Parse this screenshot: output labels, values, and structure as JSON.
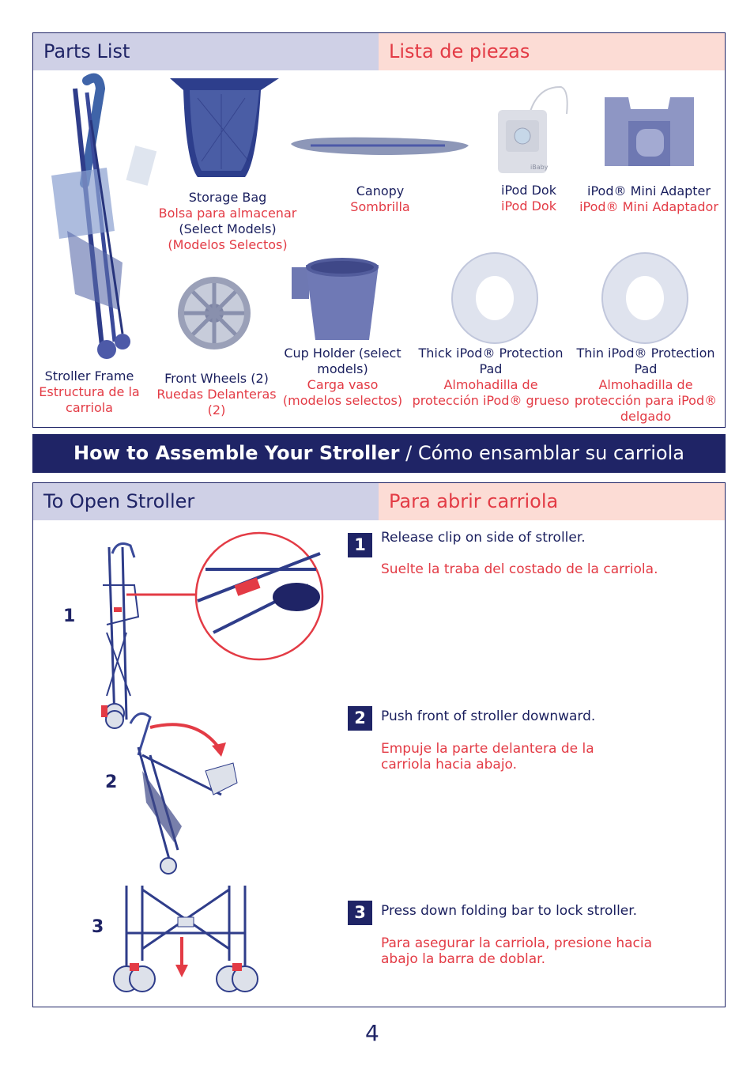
{
  "parts": {
    "title_en": "Parts List",
    "title_es": "Lista de piezas",
    "items": [
      {
        "name": "Stroller Frame",
        "es": "Estructura de la carriola"
      },
      {
        "name": "Storage Bag",
        "es": "Bolsa para almacenar",
        "note_en": "(Select Models)",
        "note_es": "(Modelos Selectos)"
      },
      {
        "name": "Canopy",
        "es": "Sombrilla"
      },
      {
        "name": "iPod Dok",
        "es": "iPod Dok",
        "device_label": "iBaby"
      },
      {
        "name": "iPod® Mini Adapter",
        "es": "iPod® Mini Adaptador"
      },
      {
        "name": "Front Wheels (2)",
        "es": "Ruedas Delanteras (2)"
      },
      {
        "name": "Cup Holder (select models)",
        "es": "Carga vaso (modelos selectos)"
      },
      {
        "name": "Thick iPod® Protection Pad",
        "es": "Almohadilla de protección iPod® grueso"
      },
      {
        "name": "Thin iPod® Protection Pad",
        "es": "Almohadilla de protección para iPod® delgado"
      }
    ]
  },
  "assemble": {
    "title_en": "How to Assemble Your Stroller",
    "separator": " / ",
    "title_es": "Cómo ensamblar su carriola"
  },
  "open": {
    "title_en": "To Open Stroller",
    "title_es": "Para abrir carriola",
    "steps": [
      {
        "num": "1",
        "en": "Release clip on side of stroller.",
        "es": "Suelte la traba del costado de la carriola."
      },
      {
        "num": "2",
        "en": "Push front of stroller downward.",
        "es_line1": "Empuje la parte delantera de la",
        "es_line2": "carriola hacia abajo."
      },
      {
        "num": "3",
        "en": "Press down folding bar to lock stroller.",
        "es_line1": "Para asegurar la carriola, presione hacia",
        "es_line2": "abajo la barra de doblar."
      }
    ],
    "figure_labels": [
      "1",
      "2",
      "3"
    ]
  },
  "page_number": "4",
  "colors": {
    "navy": "#1f2466",
    "red": "#e33b45",
    "lavender": "#cfd0e6",
    "pink": "#fcdcd5",
    "part_blue": "#4d5aa8"
  }
}
